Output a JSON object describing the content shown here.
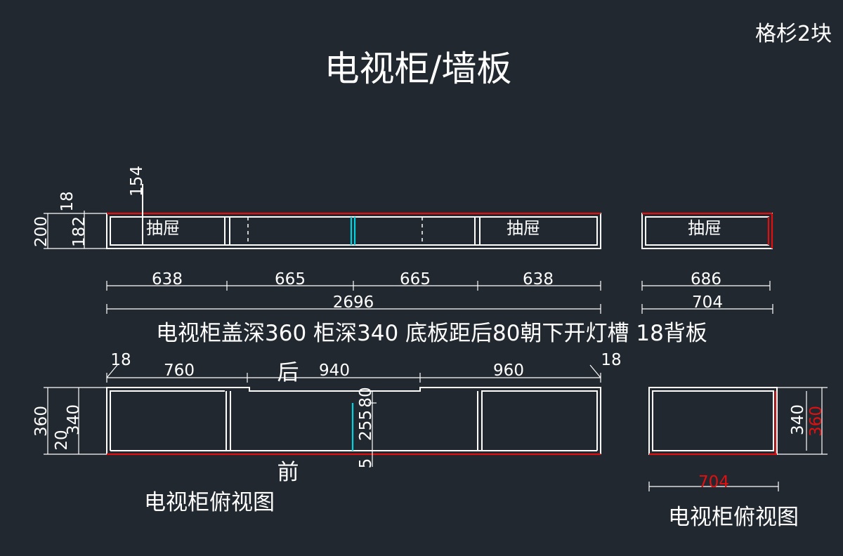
{
  "title": "电视柜/墙板",
  "corner_note": "格杉2块",
  "colors": {
    "background": "#212830",
    "line": "#ffffff",
    "highlight": "#e01010",
    "cyan": "#00d4e0"
  },
  "front_view": {
    "drawer_left": "抽屉",
    "drawer_right": "抽屉",
    "dims_left": {
      "total_height": "200",
      "top_thickness": "18",
      "body_height": "182",
      "drawer_offset": "154"
    },
    "segments": [
      "638",
      "665",
      "665",
      "638"
    ],
    "total_width": "2696"
  },
  "side_front_view": {
    "drawer": "抽屉",
    "top_width": "686",
    "total_width": "704"
  },
  "spec_note": "电视柜盖深360 柜深340 底板距后80朝下开灯槽 18背板",
  "top_view": {
    "label_back": "后",
    "label_front": "前",
    "left_margin": "18",
    "right_margin": "18",
    "top_segments": [
      "760",
      "940",
      "960"
    ],
    "depth_total": "360",
    "depth_body": "340",
    "front_gap": "20",
    "slot_dims": [
      "80",
      "255",
      "5"
    ],
    "caption": "电视柜俯视图"
  },
  "side_top_view": {
    "depth_body": "340",
    "depth_total": "360",
    "width": "704",
    "caption": "电视柜俯视图"
  }
}
